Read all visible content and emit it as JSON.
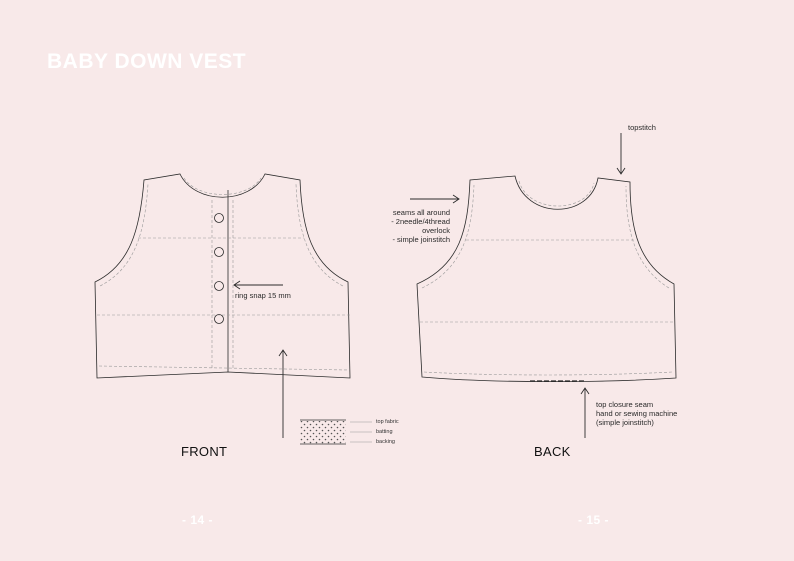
{
  "page": {
    "title": "BABY DOWN VEST"
  },
  "front": {
    "caption": "FRONT",
    "snap_label": "ring snap 15 mm",
    "legend": [
      "top fabric",
      "batting",
      "backing"
    ],
    "page_number": "- 14 -"
  },
  "back": {
    "caption": "BACK",
    "topstitch_label": "topstitch",
    "seams_label": [
      "seams all around",
      "- 2needle/4thread",
      "overlock",
      "- simple joinstitch"
    ],
    "closure_label": [
      "top closure seam",
      "hand or sewing machine",
      "(simple joinstitch)"
    ],
    "page_number": "- 15 -"
  }
}
